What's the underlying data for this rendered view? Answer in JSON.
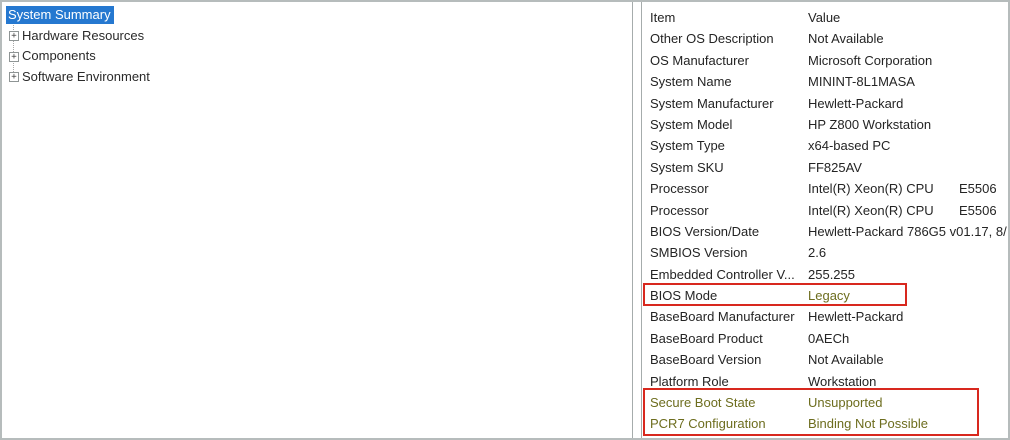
{
  "tree": {
    "expander_glyph": "+",
    "items": [
      {
        "label": "System Summary",
        "selected": true,
        "expander": false
      },
      {
        "label": "Hardware Resources",
        "selected": false,
        "expander": true
      },
      {
        "label": "Components",
        "selected": false,
        "expander": true
      },
      {
        "label": "Software Environment",
        "selected": false,
        "expander": true
      }
    ]
  },
  "details": {
    "columns": [
      "Item",
      "Value"
    ],
    "rows": [
      {
        "item": "Other OS Description",
        "value": "Not Available",
        "item_hl": false,
        "value_hl": false
      },
      {
        "item": "OS Manufacturer",
        "value": "Microsoft Corporation",
        "item_hl": false,
        "value_hl": false
      },
      {
        "item": "System Name",
        "value": "MININT-8L1MASA",
        "item_hl": false,
        "value_hl": false
      },
      {
        "item": "System Manufacturer",
        "value": "Hewlett-Packard",
        "item_hl": false,
        "value_hl": false
      },
      {
        "item": "System Model",
        "value": "HP Z800 Workstation",
        "item_hl": false,
        "value_hl": false
      },
      {
        "item": "System Type",
        "value": "x64-based PC",
        "item_hl": false,
        "value_hl": false
      },
      {
        "item": "System SKU",
        "value": "FF825AV",
        "item_hl": false,
        "value_hl": false
      },
      {
        "item": "Processor",
        "value": "Intel(R) Xeon(R) CPU       E5506",
        "item_hl": false,
        "value_hl": false
      },
      {
        "item": "Processor",
        "value": "Intel(R) Xeon(R) CPU       E5506",
        "item_hl": false,
        "value_hl": false
      },
      {
        "item": "BIOS Version/Date",
        "value": "Hewlett-Packard 786G5 v01.17, 8/",
        "item_hl": false,
        "value_hl": false
      },
      {
        "item": "SMBIOS Version",
        "value": "2.6",
        "item_hl": false,
        "value_hl": false
      },
      {
        "item": "Embedded Controller V...",
        "value": "255.255",
        "item_hl": false,
        "value_hl": false
      },
      {
        "item": "BIOS Mode",
        "value": "Legacy",
        "item_hl": false,
        "value_hl": true
      },
      {
        "item": "BaseBoard Manufacturer",
        "value": "Hewlett-Packard",
        "item_hl": false,
        "value_hl": false
      },
      {
        "item": "BaseBoard Product",
        "value": "0AECh",
        "item_hl": false,
        "value_hl": false
      },
      {
        "item": "BaseBoard Version",
        "value": "Not Available",
        "item_hl": false,
        "value_hl": false
      },
      {
        "item": "Platform Role",
        "value": "Workstation",
        "item_hl": false,
        "value_hl": false
      },
      {
        "item": "Secure Boot State",
        "value": "Unsupported",
        "item_hl": true,
        "value_hl": true
      },
      {
        "item": "PCR7 Configuration",
        "value": "Binding Not Possible",
        "item_hl": true,
        "value_hl": true
      }
    ]
  },
  "annotations": {
    "box_color": "#d8281e",
    "highlight_text_color": "#6d6d1e",
    "boxes": [
      {
        "name": "bios-mode-box",
        "covers_rows": [
          "BIOS Mode"
        ]
      },
      {
        "name": "secure-boot-box",
        "covers_rows": [
          "Secure Boot State",
          "PCR7 Configuration"
        ]
      }
    ]
  },
  "colors": {
    "selection_bg": "#2578d0",
    "selection_text": "#ffffff",
    "pane_border": "#a6acac",
    "window_border": "#b6bcbc",
    "text": "#242424"
  }
}
